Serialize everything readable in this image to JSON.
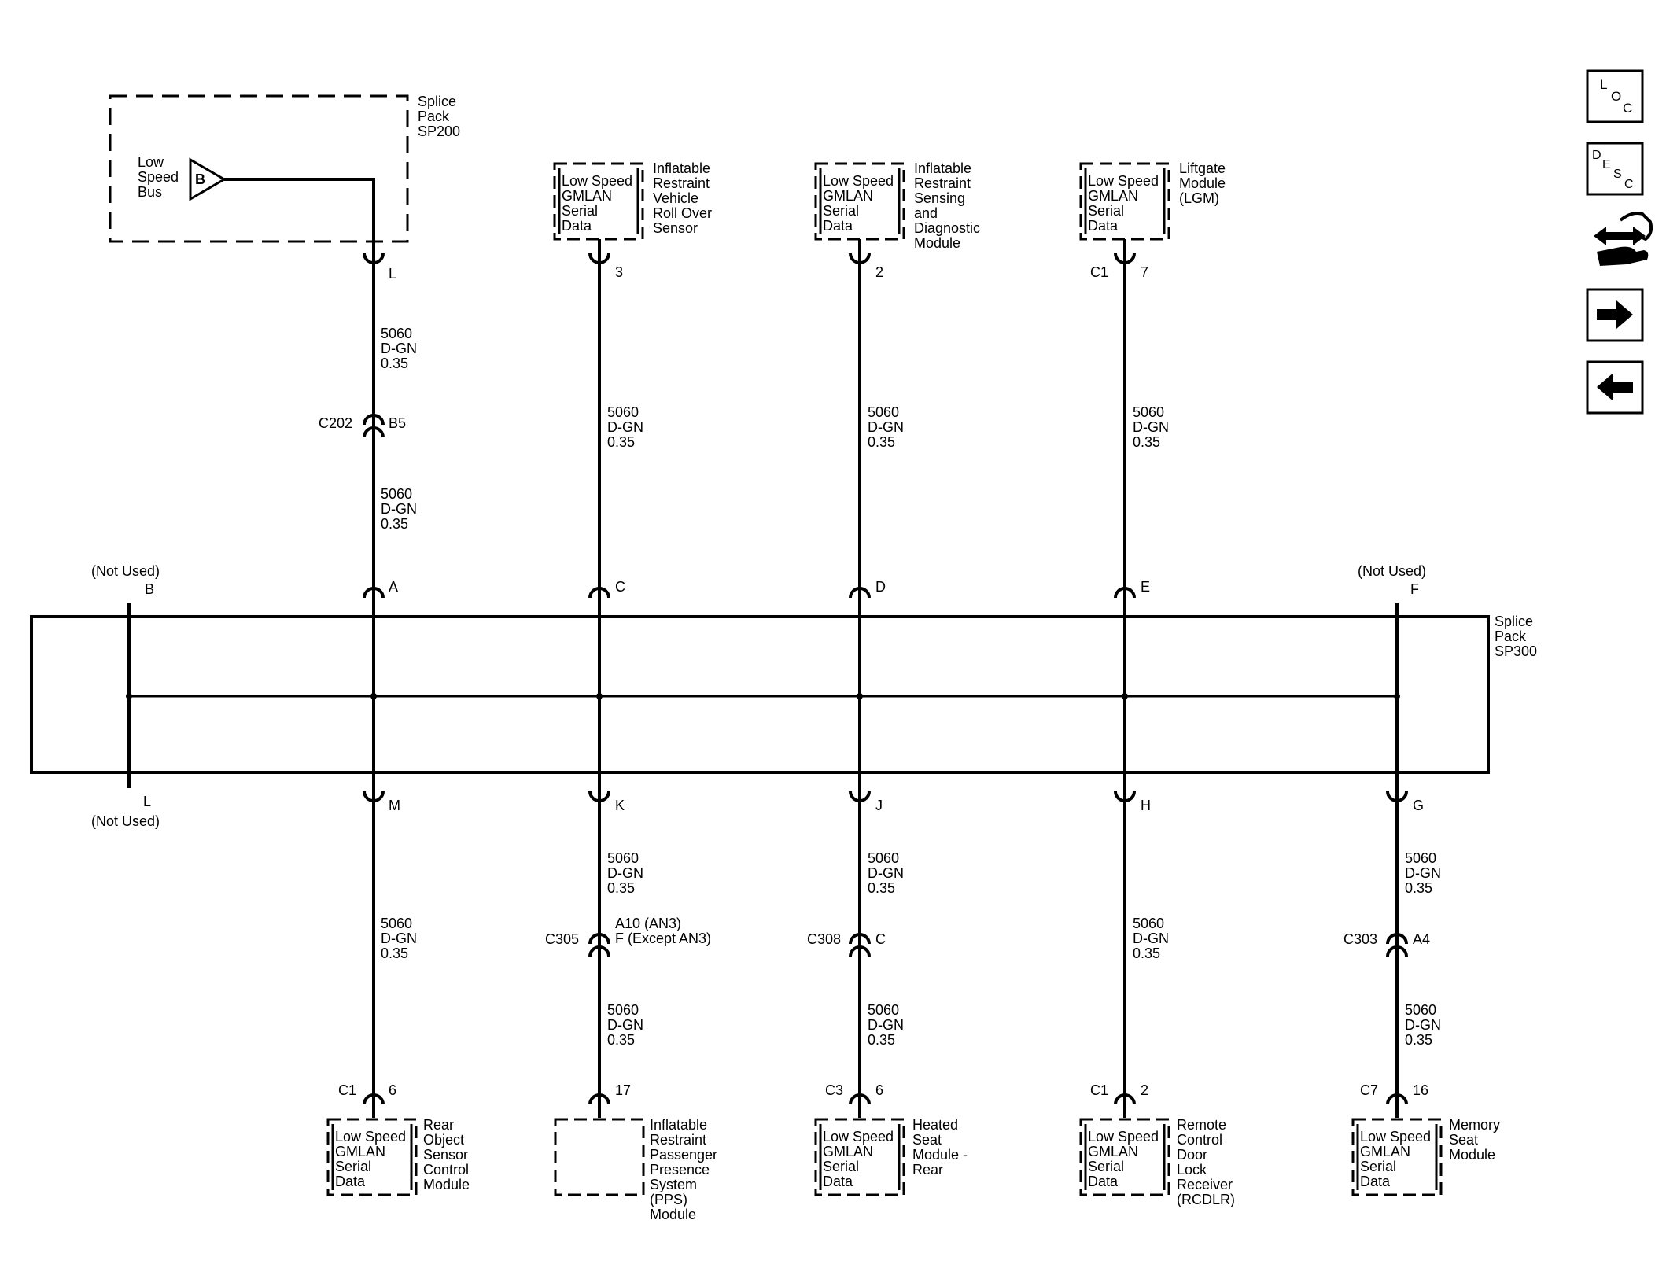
{
  "nav_buttons": [
    {
      "id": "loc",
      "icon": "loc-icon",
      "letters": [
        "L",
        "O",
        "C"
      ]
    },
    {
      "id": "desc",
      "icon": "desc-icon",
      "letters": [
        "D",
        "E",
        "S",
        "C"
      ]
    },
    {
      "id": "swap",
      "icon": "hand-arrows-icon"
    },
    {
      "id": "next",
      "icon": "arrow-right-icon"
    },
    {
      "id": "prev",
      "icon": "arrow-left-icon"
    }
  ],
  "splice_pack_top": {
    "lines": [
      "Splice",
      "Pack",
      "SP200"
    ]
  },
  "low_speed_bus": {
    "lines": [
      "Low",
      "Speed",
      "Bus"
    ],
    "terminal": "B"
  },
  "splice_pack_main": {
    "lines": [
      "Splice",
      "Pack",
      "SP300"
    ]
  },
  "not_used_label": "(Not Used)",
  "top_branches": [
    {
      "label": "L",
      "conn_pin": "L",
      "wire1": [
        "5060",
        "D-GN",
        "0.35"
      ],
      "inline": {
        "connector": "C202",
        "pin": "B5"
      },
      "wire2": [
        "5060",
        "D-GN",
        "0.35"
      ],
      "splice_pin": "A"
    },
    {
      "label": "C",
      "module_pin": "3",
      "module_box": [
        "Low Speed",
        "GMLAN",
        "Serial",
        "Data"
      ],
      "module_name": [
        "Inflatable",
        "Restraint",
        "Vehicle",
        "Roll Over",
        "Sensor"
      ],
      "wire": [
        "5060",
        "D-GN",
        "0.35"
      ],
      "splice_pin": "C"
    },
    {
      "label": "D",
      "module_pin": "2",
      "module_box": [
        "Low Speed",
        "GMLAN",
        "Serial",
        "Data"
      ],
      "module_name": [
        "Inflatable",
        "Restraint",
        "Sensing",
        "and",
        "Diagnostic",
        "Module"
      ],
      "wire": [
        "5060",
        "D-GN",
        "0.35"
      ],
      "splice_pin": "D"
    },
    {
      "label": "E",
      "module_connector": "C1",
      "module_pin": "7",
      "module_box": [
        "Low Speed",
        "GMLAN",
        "Serial",
        "Data"
      ],
      "module_name": [
        "Liftgate",
        "Module",
        "(LGM)"
      ],
      "wire": [
        "5060",
        "D-GN",
        "0.35"
      ],
      "splice_pin": "E"
    }
  ],
  "bottom_branches": [
    {
      "label": "M",
      "splice_pin": "M",
      "wire": [
        "5060",
        "D-GN",
        "0.35"
      ],
      "module_connector": "C1",
      "module_pin": "6",
      "module_box": [
        "Low Speed",
        "GMLAN",
        "Serial",
        "Data"
      ],
      "module_name": [
        "Rear",
        "Object",
        "Sensor",
        "Control",
        "Module"
      ]
    },
    {
      "label": "K",
      "splice_pin": "K",
      "wire1": [
        "5060",
        "D-GN",
        "0.35"
      ],
      "inline": {
        "connector": "C305",
        "pin_lines": [
          "A10 (AN3)",
          "F (Except AN3)"
        ]
      },
      "wire2": [
        "5060",
        "D-GN",
        "0.35"
      ],
      "module_pin": "17",
      "module_box": [],
      "module_name": [
        "Inflatable",
        "Restraint",
        "Passenger",
        "Presence",
        "System",
        "(PPS)",
        "Module"
      ]
    },
    {
      "label": "J",
      "splice_pin": "J",
      "wire1": [
        "5060",
        "D-GN",
        "0.35"
      ],
      "inline": {
        "connector": "C308",
        "pin": "C"
      },
      "wire2": [
        "5060",
        "D-GN",
        "0.35"
      ],
      "module_connector": "C3",
      "module_pin": "6",
      "module_box": [
        "Low Speed",
        "GMLAN",
        "Serial",
        "Data"
      ],
      "module_name": [
        "Heated",
        "Seat",
        "Module -",
        "Rear"
      ]
    },
    {
      "label": "H",
      "splice_pin": "H",
      "wire": [
        "5060",
        "D-GN",
        "0.35"
      ],
      "module_connector": "C1",
      "module_pin": "2",
      "module_box": [
        "Low Speed",
        "GMLAN",
        "Serial",
        "Data"
      ],
      "module_name": [
        "Remote",
        "Control",
        "Door",
        "Lock",
        "Receiver",
        "(RCDLR)"
      ]
    },
    {
      "label": "G",
      "splice_pin": "G",
      "wire1": [
        "5060",
        "D-GN",
        "0.35"
      ],
      "inline": {
        "connector": "C303",
        "pin": "A4"
      },
      "wire2": [
        "5060",
        "D-GN",
        "0.35"
      ],
      "module_connector": "C7",
      "module_pin": "16",
      "module_box": [
        "Low Speed",
        "GMLAN",
        "Serial",
        "Data"
      ],
      "module_name": [
        "Memory",
        "Seat",
        "Module"
      ]
    }
  ],
  "unused_pins": {
    "top_left": "B",
    "top_right": "F",
    "bottom_left": "L"
  }
}
